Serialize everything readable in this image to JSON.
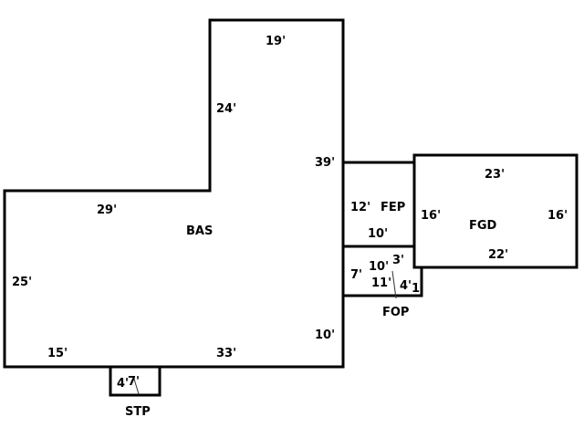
{
  "areas": {
    "bas": {
      "label": "BAS",
      "dims": [
        "19'",
        "24'",
        "39'",
        "29'",
        "25'",
        "15'",
        "33'",
        "10'"
      ]
    },
    "fep": {
      "label": "FEP",
      "dims": [
        "12'",
        "10'"
      ]
    },
    "fgd": {
      "label": "FGD",
      "dims": [
        "23'",
        "16'",
        "16'",
        "22'"
      ]
    },
    "fop": {
      "label": "FOP",
      "dims": [
        "7'",
        "10'",
        "3'",
        "11'",
        "4'",
        "1"
      ]
    },
    "stp": {
      "label": "STP",
      "dims": [
        "4'",
        "7'"
      ]
    }
  }
}
